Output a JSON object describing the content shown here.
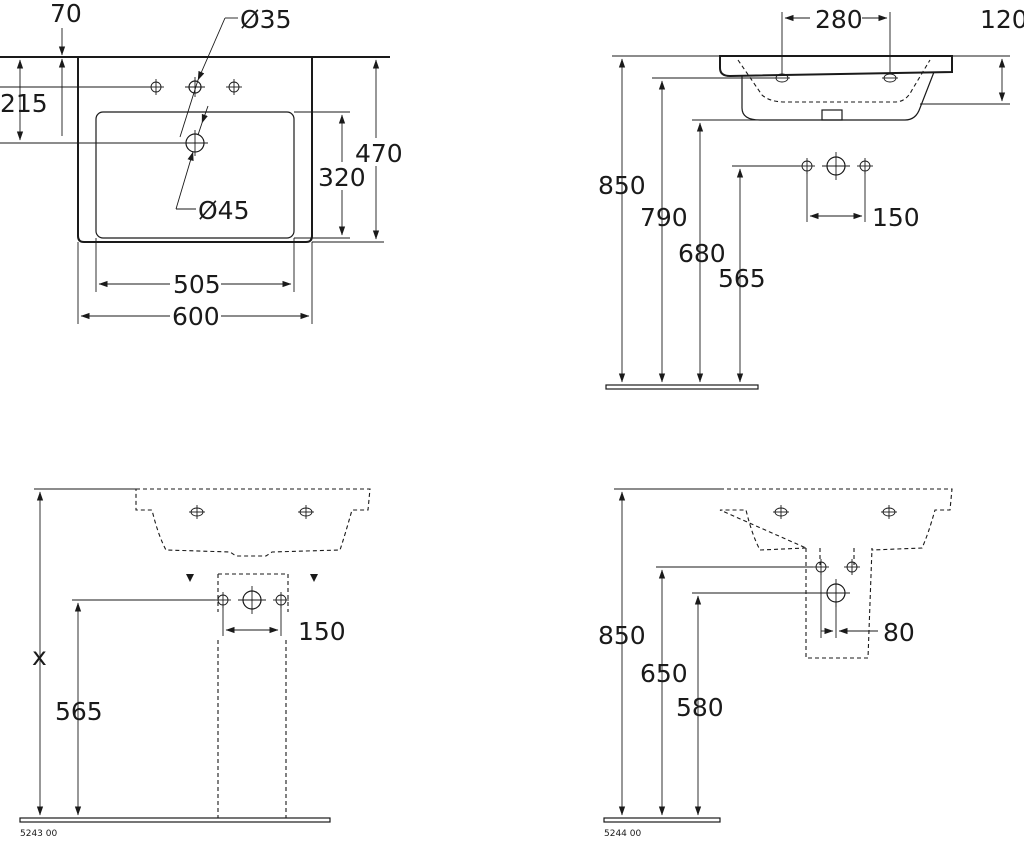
{
  "top_view": {
    "dim_70": "70",
    "dim_35": "Ø35",
    "dim_215": "215",
    "dim_320": "320",
    "dim_470": "470",
    "dim_45": "Ø45",
    "dim_505": "505",
    "dim_600": "600"
  },
  "side_view": {
    "dim_280": "280",
    "dim_120": "120",
    "dim_850": "850",
    "dim_790": "790",
    "dim_680": "680",
    "dim_565": "565",
    "dim_150": "150"
  },
  "pedestal_view": {
    "dim_x": "x",
    "dim_565": "565",
    "dim_150": "150",
    "code": "5243 00"
  },
  "semi_pedestal_view": {
    "dim_850": "850",
    "dim_650": "650",
    "dim_580": "580",
    "dim_80": "80",
    "code": "5244 00"
  }
}
